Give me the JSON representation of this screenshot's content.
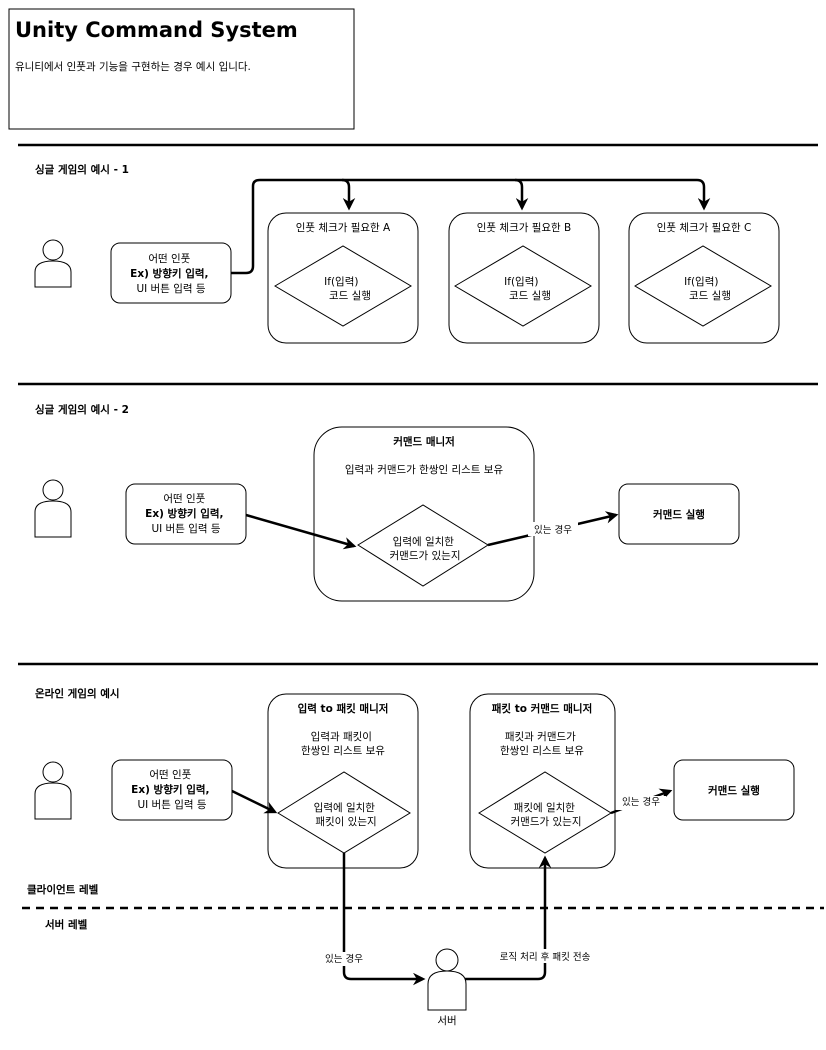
{
  "header": {
    "title": "Unity Command System",
    "subtitle": "유니티에서 인풋과 기능을 구현하는 경우 예시 입니다."
  },
  "section1": {
    "label": "싱글 게임의 예시 - 1",
    "input_box": [
      "어떤 인풋",
      "Ex) 방향키 입력,",
      "UI 버튼 입력 등"
    ],
    "handlers": [
      {
        "title": "인풋 체크가 필요한 A",
        "cond_1": "If(입력)",
        "cond_2": "코드 실행"
      },
      {
        "title": "인풋 체크가 필요한 B",
        "cond_1": "If(입력)",
        "cond_2": "코드 실행"
      },
      {
        "title": "인풋 체크가 필요한 C",
        "cond_1": "If(입력)",
        "cond_2": "코드 실행"
      }
    ]
  },
  "section2": {
    "label": "싱글 게임의 예시 - 2",
    "input_box": [
      "어떤 인풋",
      "Ex) 방향키 입력,",
      "UI 버튼 입력 등"
    ],
    "manager_title": "커맨드 매니저",
    "manager_desc": "입력과 커맨드가 한쌍인 리스트 보유",
    "decision": [
      "입력에 일치한",
      "커맨드가 있는지"
    ],
    "edge_label": "있는 경우",
    "result": "커맨드 실행"
  },
  "section3": {
    "label": "온라인 게임의 예시",
    "input_box": [
      "어떤 인풋",
      "Ex) 방향키 입력,",
      "UI 버튼 입력 등"
    ],
    "manager1_title": "입력 to 패킷 매니저",
    "manager1_desc": [
      "입력과 패킷이",
      "한쌍인 리스트 보유"
    ],
    "decision1": [
      "입력에 일치한",
      "패킷이 있는지"
    ],
    "manager2_title": "패킷 to 커맨드 매니저",
    "manager2_desc": [
      "패킷과 커맨드가",
      "한쌍인 리스트 보유"
    ],
    "decision2": [
      "패킷에 일치한",
      "커맨드가 있는지"
    ],
    "edge_label_result": "있는 경우",
    "result": "커맨드 실행",
    "client_level": "클라이언트 레벨",
    "server_level": "서버 레벨",
    "edge_label_down": "있는 경우",
    "edge_label_up": "로직 처리 후 패킷 전송",
    "server_label": "서버"
  }
}
